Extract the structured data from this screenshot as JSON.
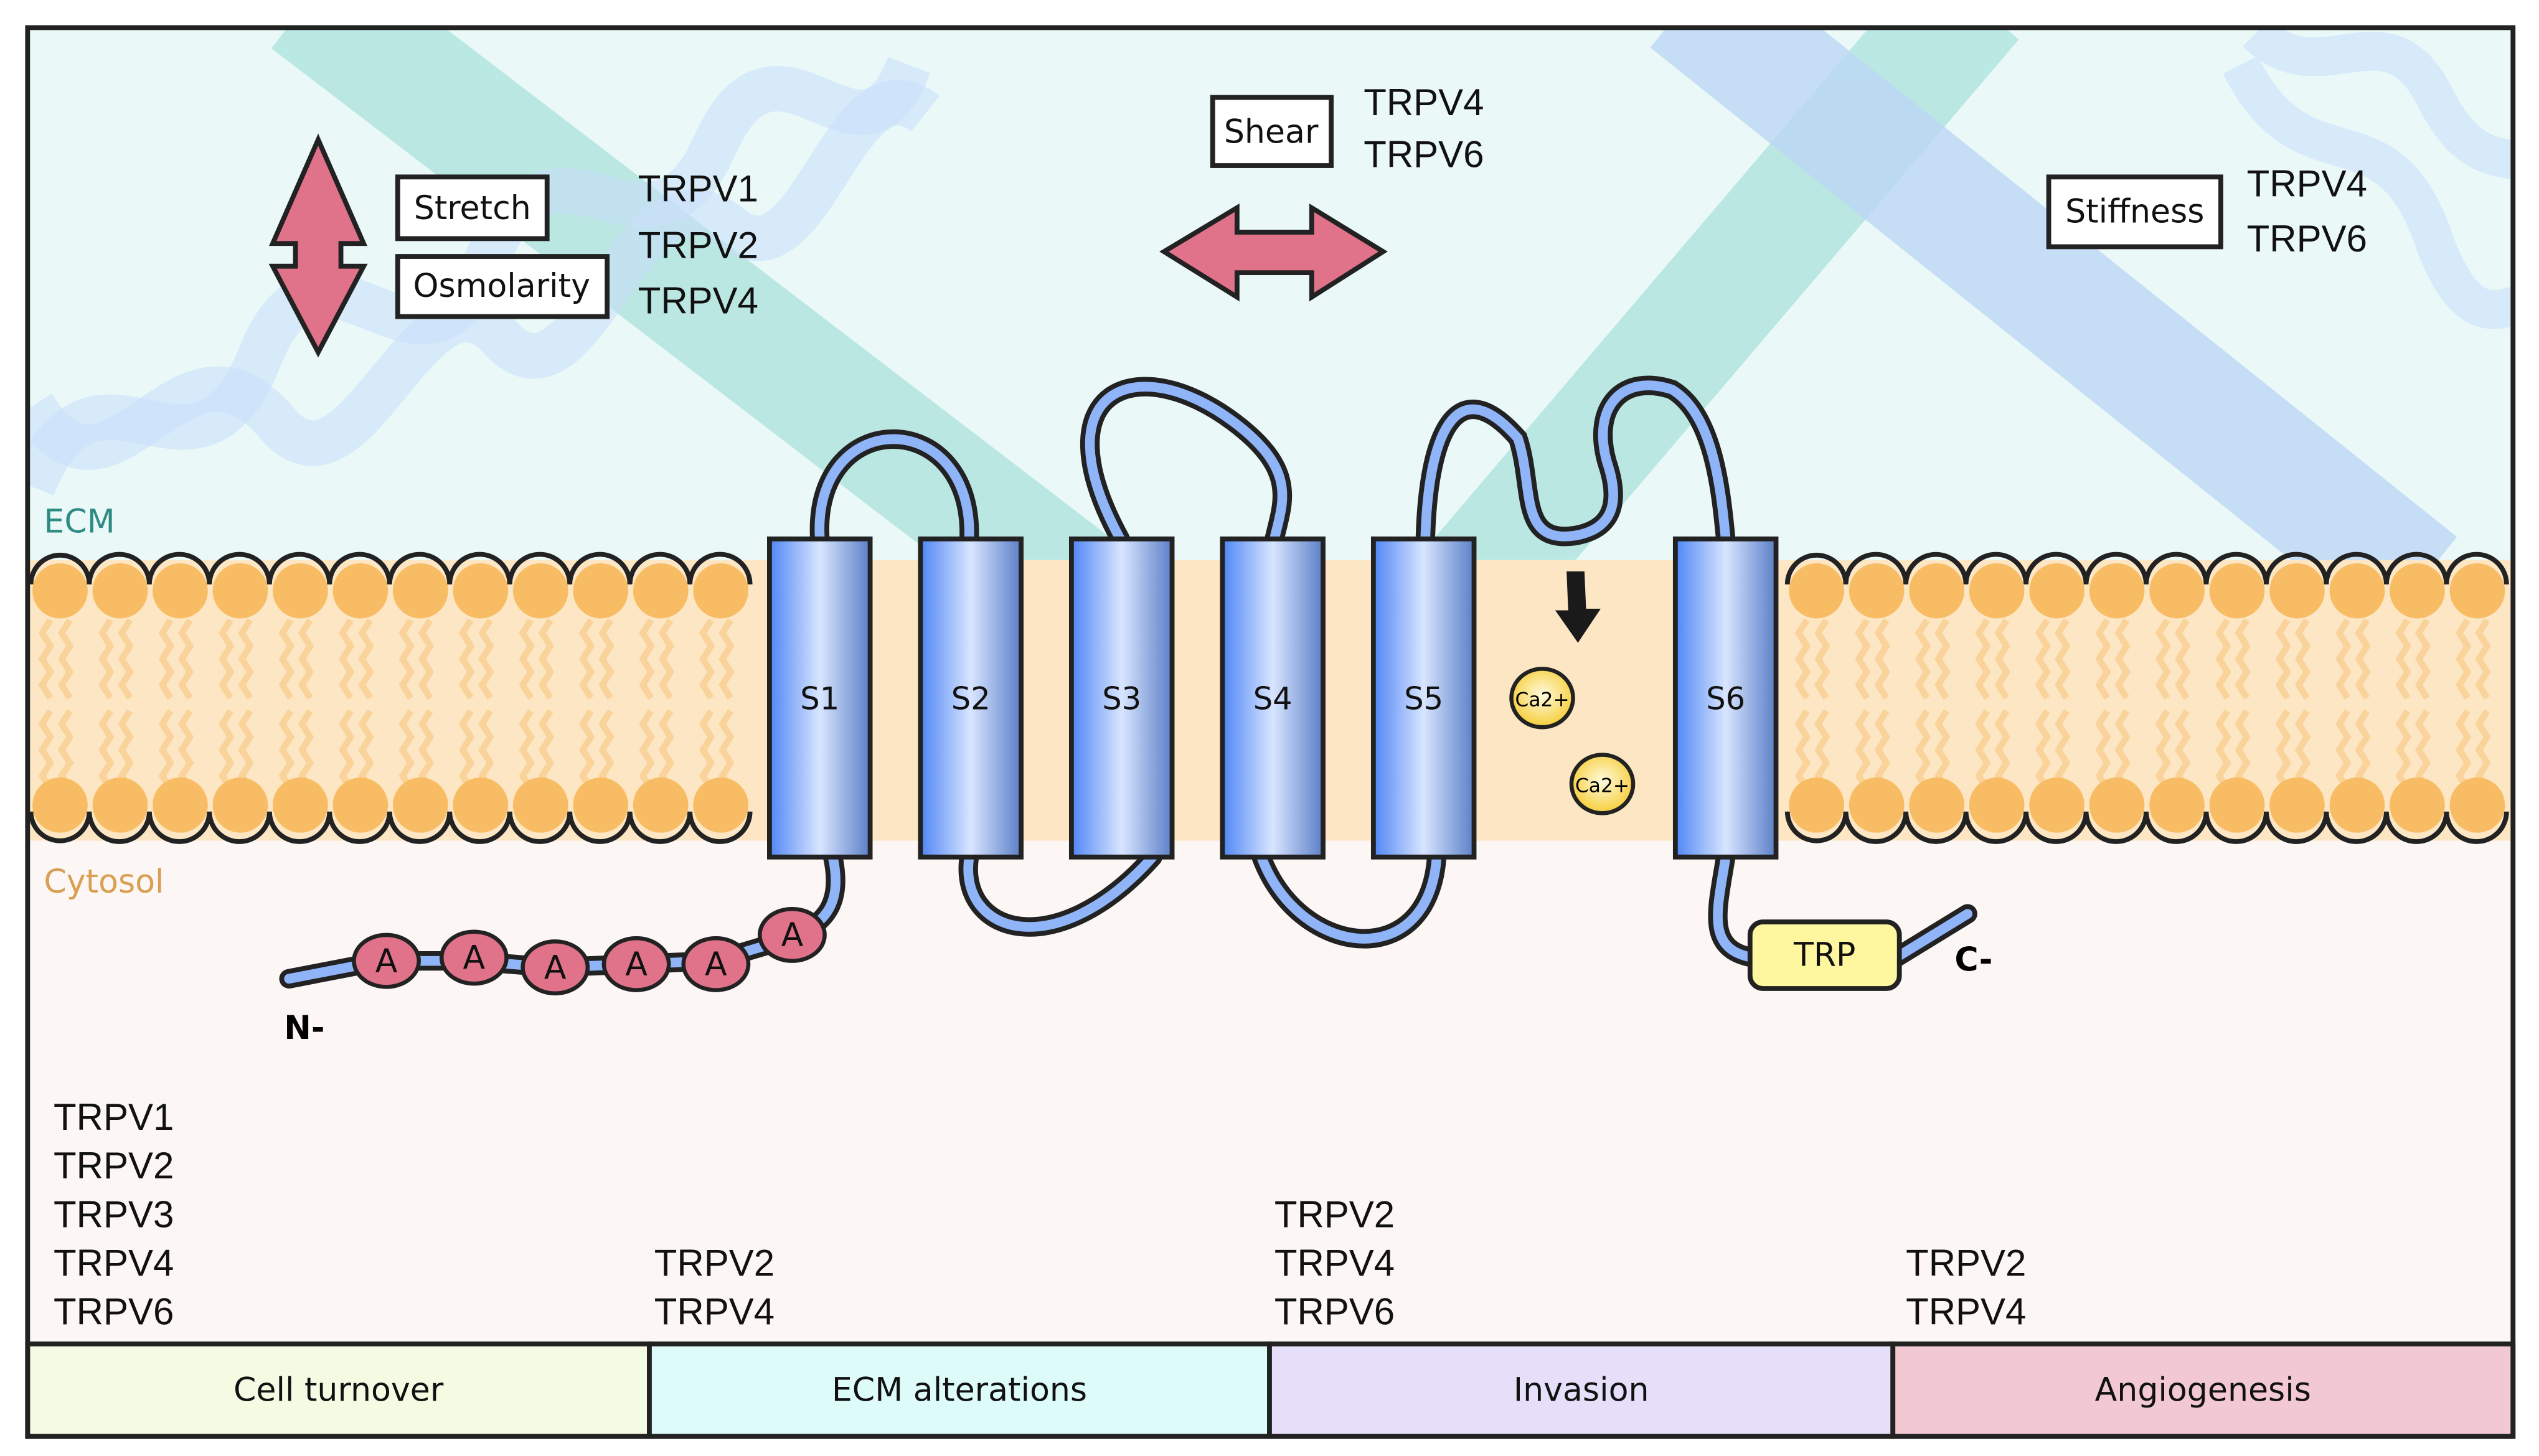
{
  "regions": {
    "ecm": "ECM",
    "cytosol": "Cytosol"
  },
  "stimuli": {
    "stretch": "Stretch",
    "osmolarity": "Osmolarity",
    "stretch_osmolarity_channels": [
      "TRPV1",
      "TRPV2",
      "TRPV4"
    ],
    "shear": "Shear",
    "shear_channels": [
      "TRPV4",
      "TRPV6"
    ],
    "stiffness": "Stiffness",
    "stiffness_channels": [
      "TRPV4",
      "TRPV6"
    ]
  },
  "channel": {
    "helices": [
      "S1",
      "S2",
      "S3",
      "S4",
      "S5",
      "S6"
    ],
    "ankyrin_repeats": [
      "A",
      "A",
      "A",
      "A",
      "A",
      "A"
    ],
    "ion": "Ca2+",
    "trp_domain": "TRP",
    "n_terminus": "N-",
    "c_terminus": "C-"
  },
  "outcomes": [
    {
      "label": "Cell turnover",
      "channels": [
        "TRPV1",
        "TRPV2",
        "TRPV3",
        "TRPV4",
        "TRPV6"
      ],
      "color": "#f3fbe3"
    },
    {
      "label": "ECM alterations",
      "channels": [
        "TRPV2",
        "TRPV4"
      ],
      "color": "#dcfbf9"
    },
    {
      "label": "Invasion",
      "channels": [
        "TRPV2",
        "TRPV4",
        "TRPV6"
      ],
      "color": "#e5dffa"
    },
    {
      "label": "Angiogenesis",
      "channels": [
        "TRPV2",
        "TRPV4"
      ],
      "color": "#f2c9d2"
    }
  ],
  "colors": {
    "ecm": "#eaf9f8",
    "membrane": "#fde6c4",
    "cytosol": "#fcf6f5",
    "lipid_head": "#f8bd64",
    "helix": "#5b8ff0",
    "arrow": "#e0728a",
    "trp": "#fff7a0",
    "ion": "#f9d23c"
  }
}
